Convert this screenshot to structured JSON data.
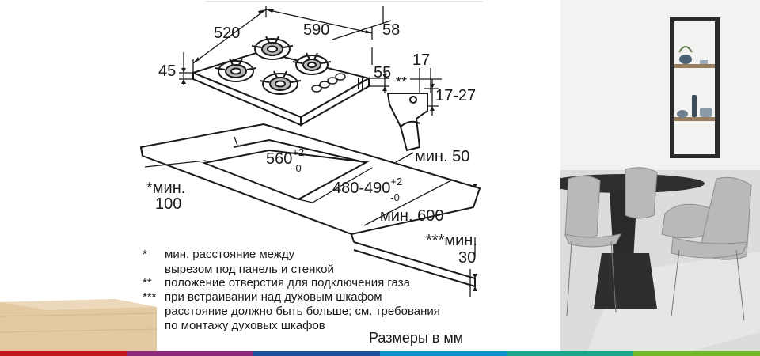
{
  "dimensions": {
    "hob_width": "590",
    "hob_depth": "520",
    "hob_height": "45",
    "back_offset": "58",
    "gas_depth": "55",
    "conn_width": "17",
    "conn_height": "17-27",
    "conn_note": "**",
    "cutout_width_value": "560",
    "cutout_width_tol_plus": "+2",
    "cutout_width_tol_minus": "-0",
    "cutout_depth_value": "480-490",
    "cutout_depth_tol_plus": "+2",
    "cutout_depth_tol_minus": "-0",
    "min_50": "мин. 50",
    "min_600": "мин. 600",
    "min_100_line1": "*мин.",
    "min_100_line2": "100",
    "min_30_line1": "***мин.",
    "min_30_line2": "30"
  },
  "footnotes": [
    {
      "mark": "*",
      "lines": [
        "мин. расстояние между",
        "вырезом под панель и стенкой"
      ]
    },
    {
      "mark": "**",
      "lines": [
        "положение отверстия для подключения газа"
      ]
    },
    {
      "mark": "***",
      "lines": [
        "при встраивании над духовым шкафом",
        "расстояние должно быть больше; см. требования",
        "по монтажу духовых шкафов"
      ]
    }
  ],
  "units_note": "Размеры в мм",
  "colors": {
    "line": "#1a1a1a",
    "burner_fill": "#b8b8b8",
    "wood": "#e2c9a2",
    "stripe": [
      "#c3161c",
      "#8d2a78",
      "#1e4f9c",
      "#0a8fc9",
      "#1aa58e",
      "#76b82a"
    ]
  }
}
